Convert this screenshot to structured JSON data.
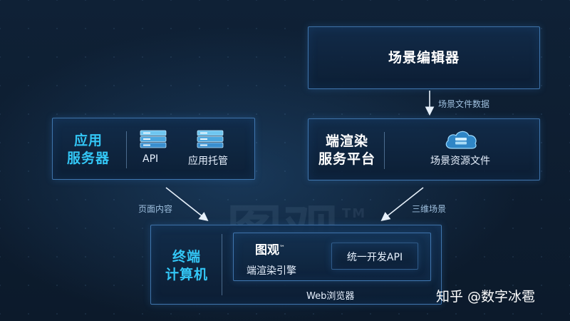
{
  "editor": {
    "title": "场景编辑器"
  },
  "edge_scene_file_data": "场景文件数据",
  "app_server": {
    "title": "应用\n服务器",
    "items": [
      {
        "label": "API",
        "icon": "server-stack-icon"
      },
      {
        "label": "应用托管",
        "icon": "server-stack-icon"
      }
    ]
  },
  "render_platform": {
    "title": "端渲染\n服务平台",
    "resource": {
      "label": "场景资源文件",
      "icon": "cloud-server-icon"
    }
  },
  "edge_page_content": "页面内容",
  "edge_3d_scene": "三维场景",
  "watermark": {
    "text": "图观",
    "tm": "TM"
  },
  "terminal": {
    "title": "终端\n计算机",
    "engine_logo": "图观",
    "engine_logo_tm": "™",
    "engine_label": "端渲染引擎",
    "api_label": "统一开发API",
    "browser_label": "Web浏览器"
  },
  "footer": {
    "text": "知乎 @数字冰雹"
  },
  "colors": {
    "background": "#0d1c2d",
    "box_border": "#5aa0e6",
    "accent_title": "#33c6f5",
    "text": "#ffffff",
    "edge_label": "#9fc0df"
  }
}
